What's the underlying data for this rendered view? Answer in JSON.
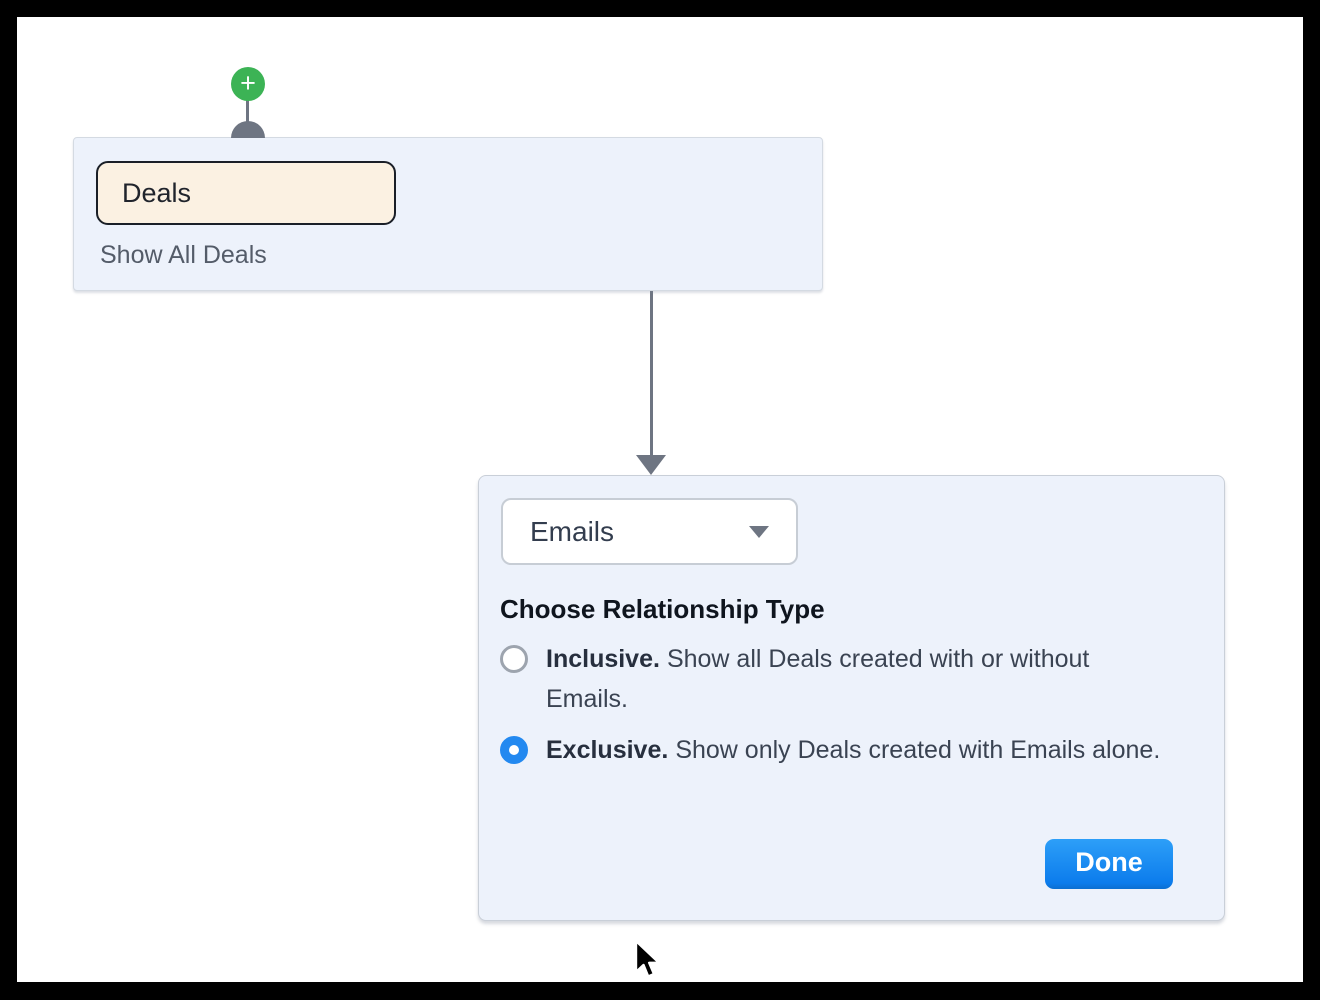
{
  "colors": {
    "green": "#3CB355",
    "connector": "#6E7582",
    "panel_bg": "#EDF2FB",
    "node_border": "#D4DAE2",
    "panel_border": "#C9CFD8",
    "chip_bg": "#FBF1E2",
    "chip_border": "#1A1F27",
    "chip_text": "#20242C",
    "subtitle_text": "#545C69",
    "dropdown_border": "#C7CDD5",
    "dropdown_text": "#333D4E",
    "heading_text": "#0F151E",
    "label_text": "#272F3E",
    "body_text": "#3A4352",
    "radio_border": "#9DA4AE",
    "accent_blue": "#2389F0",
    "done_top": "#2D9FF8",
    "done_mid": "#0C7CEC",
    "done_edge": "#0B6FD1"
  },
  "flow": {
    "add_button": {
      "glyph": "+"
    },
    "deals_node": {
      "title": "Deals",
      "subtitle": "Show All Deals"
    }
  },
  "relationship_panel": {
    "module_dropdown": {
      "value": "Emails"
    },
    "heading": "Choose Relationship Type",
    "options": [
      {
        "label": "Inclusive.",
        "description": "Show all Deals created with or without Emails.",
        "selected": false
      },
      {
        "label": "Exclusive.",
        "description": "Show only Deals created with Emails alone.",
        "selected": true
      }
    ],
    "done_label": "Done"
  }
}
